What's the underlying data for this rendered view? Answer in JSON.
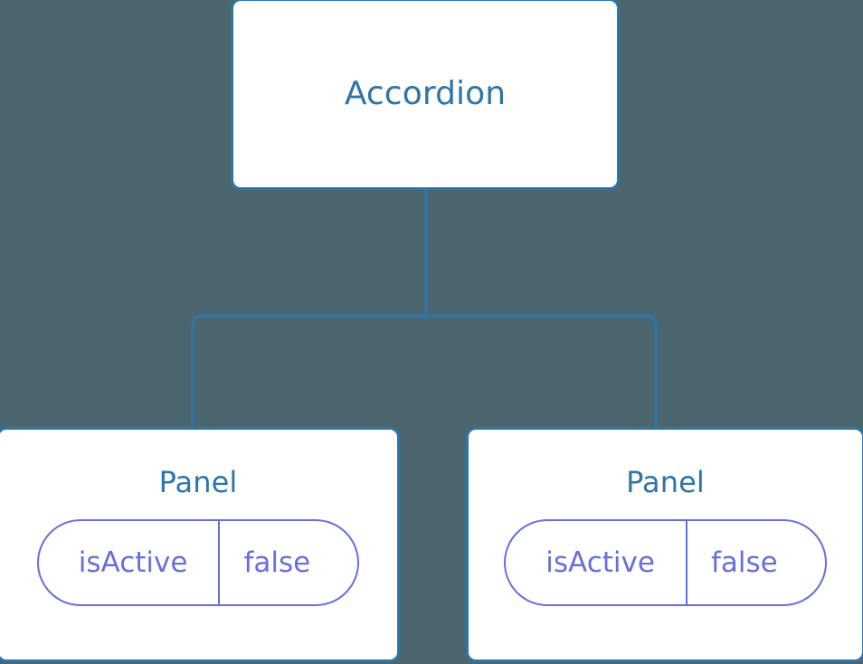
{
  "diagram": {
    "type": "component-tree",
    "background_color": "#4C666F",
    "node_border_color": "#2E75A8",
    "node_fill_color": "#FFFFFF",
    "node_text_color": "#2E75A8",
    "connector_color": "#2E75A8",
    "prop_color": "#6670DD"
  },
  "root": {
    "label": "Accordion"
  },
  "children": [
    {
      "label": "Panel",
      "prop": {
        "key": "isActive",
        "value": "false"
      }
    },
    {
      "label": "Panel",
      "prop": {
        "key": "isActive",
        "value": "false"
      }
    }
  ]
}
